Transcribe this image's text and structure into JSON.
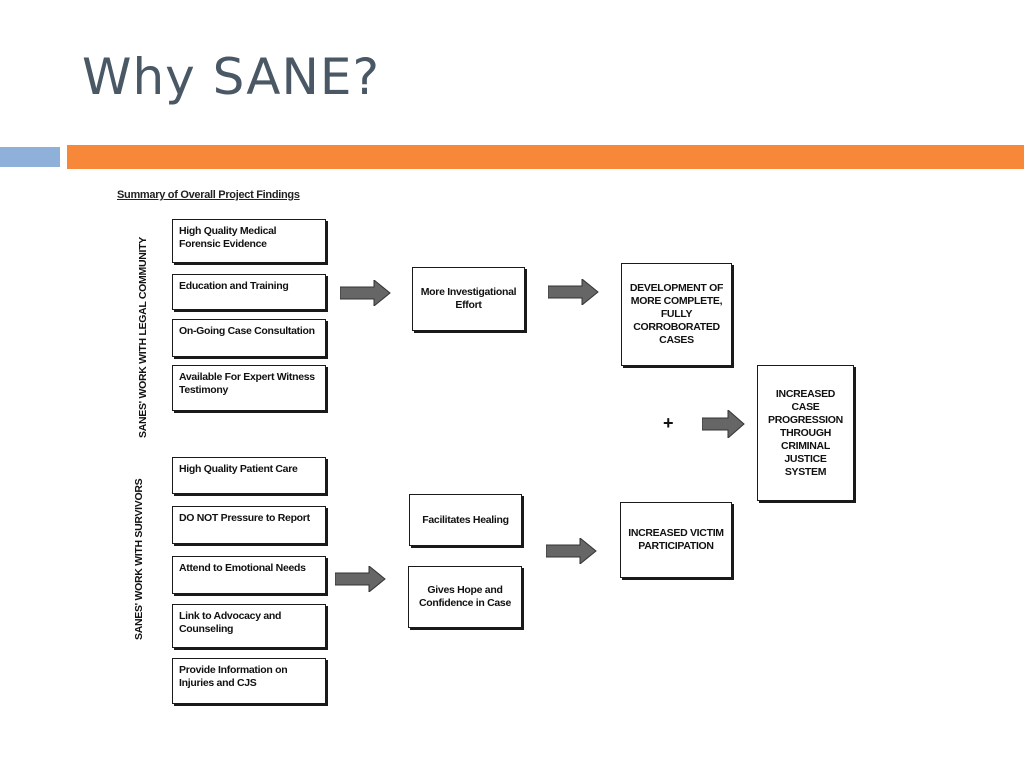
{
  "slide": {
    "title": "Why SANE?"
  },
  "diagram": {
    "summary_label": "Summary of Overall Project Findings",
    "group_legal_label": "SANES' WORK WITH LEGAL COMMUNITY",
    "group_survivors_label": "SANES' WORK WITH SURVIVORS",
    "legal_items": [
      "High Quality Medical Forensic Evidence",
      "Education and Training",
      "On-Going Case Consultation",
      "Available For Expert Witness Testimony"
    ],
    "survivor_items": [
      "High Quality Patient Care",
      "DO NOT Pressure to Report",
      "Attend to Emotional Needs",
      "Link to Advocacy and Counseling",
      "Provide Information on Injuries and CJS"
    ],
    "investigational_effort": "More Investigational Effort",
    "facilitates_healing": "Facilitates Healing",
    "gives_hope": "Gives Hope and Confidence in Case",
    "corroborated_cases": "DEVELOPMENT OF MORE COMPLETE, FULLY CORROBORATED CASES",
    "victim_participation": "INCREASED VICTIM PARTICIPATION",
    "case_progression": "INCREASED CASE PROGRESSION THROUGH CRIMINAL JUSTICE SYSTEM",
    "plus_sign": "+"
  },
  "colors": {
    "title": "#4a5866",
    "accent_orange": "#f7883a",
    "accent_blue": "#8fb1d9",
    "arrow_fill": "#666666"
  }
}
